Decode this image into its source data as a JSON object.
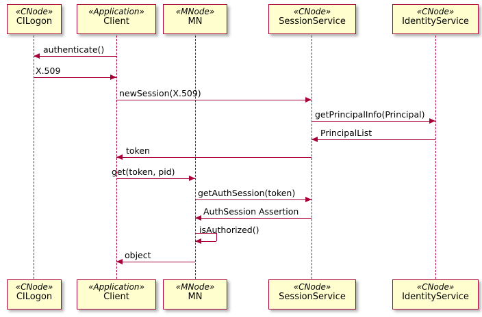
{
  "diagram": {
    "type": "uml-sequence-diagram",
    "title": "",
    "colors": {
      "participant_fill": "#FEFECE",
      "participant_border": "#A80036",
      "lifeline": "#A80036",
      "arrow": "#A80036",
      "text": "#000000",
      "background": "#FFFFFF"
    }
  },
  "participants": [
    {
      "id": "cilogon",
      "stereotype": "«CNode»",
      "name": "CILogon"
    },
    {
      "id": "client",
      "stereotype": "«Application»",
      "name": "Client"
    },
    {
      "id": "mn",
      "stereotype": "«MNode»",
      "name": "MN"
    },
    {
      "id": "sessionservice",
      "stereotype": "«CNode»",
      "name": "SessionService"
    },
    {
      "id": "identityservice",
      "stereotype": "«CNode»",
      "name": "IdentityService"
    }
  ],
  "messages": [
    {
      "label": "authenticate()",
      "from": "client",
      "to": "cilogon",
      "direction": "left",
      "self": false
    },
    {
      "label": "X.509",
      "from": "cilogon",
      "to": "client",
      "direction": "right",
      "self": false
    },
    {
      "label": "newSession(X.509)",
      "from": "client",
      "to": "sessionservice",
      "direction": "right",
      "self": false
    },
    {
      "label": "getPrincipalInfo(Principal)",
      "from": "sessionservice",
      "to": "identityservice",
      "direction": "right",
      "self": false
    },
    {
      "label": "PrincipalList",
      "from": "identityservice",
      "to": "sessionservice",
      "direction": "left",
      "self": false
    },
    {
      "label": "token",
      "from": "sessionservice",
      "to": "client",
      "direction": "left",
      "self": false
    },
    {
      "label": "get(token, pid)",
      "from": "client",
      "to": "mn",
      "direction": "right",
      "self": false
    },
    {
      "label": "getAuthSession(token)",
      "from": "mn",
      "to": "sessionservice",
      "direction": "right",
      "self": false
    },
    {
      "label": "AuthSession Assertion",
      "from": "sessionservice",
      "to": "mn",
      "direction": "left",
      "self": false
    },
    {
      "label": "isAuthorized()",
      "from": "mn",
      "to": "mn",
      "direction": "left",
      "self": true
    },
    {
      "label": "object",
      "from": "mn",
      "to": "client",
      "direction": "left",
      "self": false
    }
  ]
}
